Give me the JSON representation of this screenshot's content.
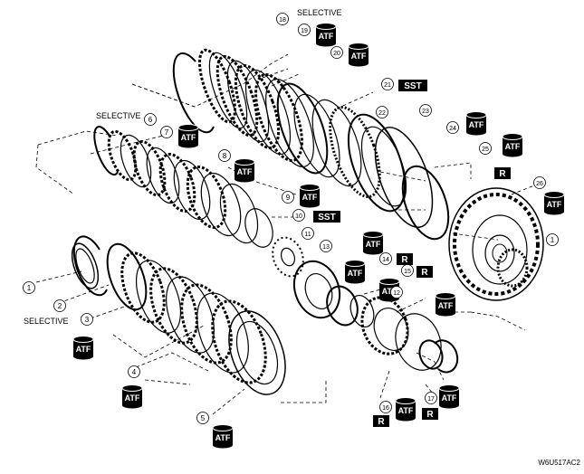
{
  "labels": {
    "selective": "SELECTIVE",
    "atf": "ATF",
    "sst": "SST",
    "r": "R",
    "figure_code": "W6U517AC2"
  },
  "callouts": [
    {
      "id": "callout-1a",
      "n": "1"
    },
    {
      "id": "callout-2",
      "n": "2"
    },
    {
      "id": "callout-3",
      "n": "3"
    },
    {
      "id": "callout-4",
      "n": "4"
    },
    {
      "id": "callout-5",
      "n": "5"
    },
    {
      "id": "callout-6",
      "n": "6"
    },
    {
      "id": "callout-7",
      "n": "7"
    },
    {
      "id": "callout-8",
      "n": "8"
    },
    {
      "id": "callout-9",
      "n": "9"
    },
    {
      "id": "callout-10",
      "n": "10"
    },
    {
      "id": "callout-11",
      "n": "11"
    },
    {
      "id": "callout-12",
      "n": "12"
    },
    {
      "id": "callout-13",
      "n": "13"
    },
    {
      "id": "callout-14",
      "n": "14"
    },
    {
      "id": "callout-15",
      "n": "15"
    },
    {
      "id": "callout-16",
      "n": "16"
    },
    {
      "id": "callout-17",
      "n": "17"
    },
    {
      "id": "callout-18",
      "n": "18"
    },
    {
      "id": "callout-19",
      "n": "19"
    },
    {
      "id": "callout-20",
      "n": "20"
    },
    {
      "id": "callout-21",
      "n": "21"
    },
    {
      "id": "callout-22",
      "n": "22"
    },
    {
      "id": "callout-23",
      "n": "23"
    },
    {
      "id": "callout-24",
      "n": "24"
    },
    {
      "id": "callout-25",
      "n": "25"
    },
    {
      "id": "callout-26",
      "n": "26"
    },
    {
      "id": "callout-1b",
      "n": "1"
    }
  ]
}
